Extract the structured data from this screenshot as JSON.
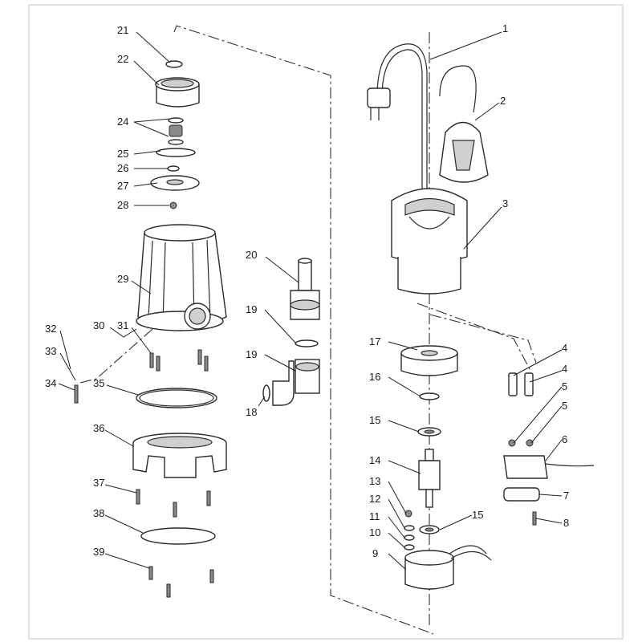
{
  "callouts": [
    {
      "n": "1"
    },
    {
      "n": "2"
    },
    {
      "n": "3"
    },
    {
      "n": "4"
    },
    {
      "n": "4"
    },
    {
      "n": "5"
    },
    {
      "n": "5"
    },
    {
      "n": "6"
    },
    {
      "n": "7"
    },
    {
      "n": "8"
    },
    {
      "n": "9"
    },
    {
      "n": "10"
    },
    {
      "n": "11"
    },
    {
      "n": "12"
    },
    {
      "n": "13"
    },
    {
      "n": "14"
    },
    {
      "n": "15"
    },
    {
      "n": "15"
    },
    {
      "n": "16"
    },
    {
      "n": "17"
    },
    {
      "n": "18"
    },
    {
      "n": "19"
    },
    {
      "n": "19"
    },
    {
      "n": "20"
    },
    {
      "n": "21"
    },
    {
      "n": "22"
    },
    {
      "n": "24"
    },
    {
      "n": "25"
    },
    {
      "n": "26"
    },
    {
      "n": "27"
    },
    {
      "n": "28"
    },
    {
      "n": "29"
    },
    {
      "n": "30"
    },
    {
      "n": "31"
    },
    {
      "n": "32"
    },
    {
      "n": "33"
    },
    {
      "n": "34"
    },
    {
      "n": "35"
    },
    {
      "n": "36"
    },
    {
      "n": "37"
    },
    {
      "n": "38"
    },
    {
      "n": "39"
    }
  ]
}
